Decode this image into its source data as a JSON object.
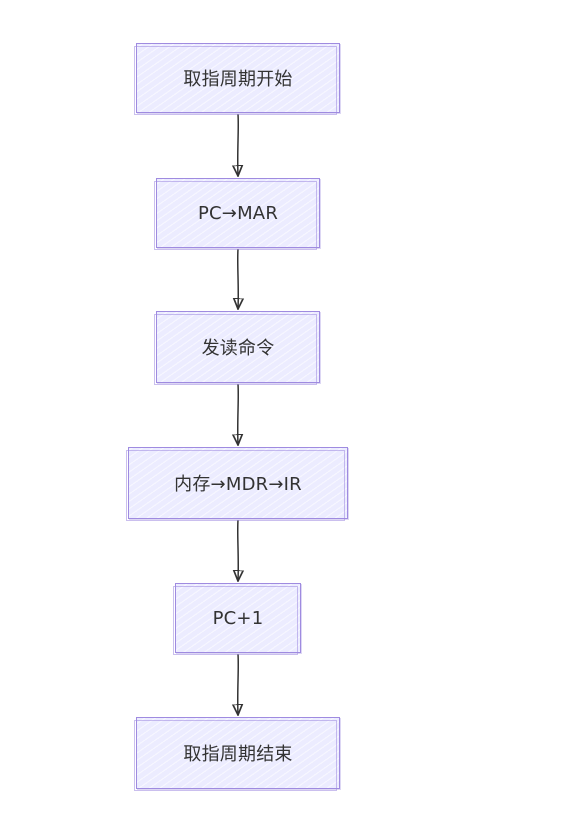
{
  "diagram": {
    "type": "flowchart",
    "direction": "top-to-bottom",
    "colors": {
      "node_fill": "#ececff",
      "node_border": "#9f8be0",
      "edge": "#333333",
      "text": "#333333"
    },
    "nodes": [
      {
        "id": "start",
        "label": "取指周期开始"
      },
      {
        "id": "pc_mar",
        "label": "PC→MAR"
      },
      {
        "id": "read_cmd",
        "label": "发读命令"
      },
      {
        "id": "mem_mdr_ir",
        "label": "内存→MDR→IR"
      },
      {
        "id": "pc_inc",
        "label": "PC+1"
      },
      {
        "id": "end",
        "label": "取指周期结束"
      }
    ],
    "edges": [
      {
        "from": "start",
        "to": "pc_mar"
      },
      {
        "from": "pc_mar",
        "to": "read_cmd"
      },
      {
        "from": "read_cmd",
        "to": "mem_mdr_ir"
      },
      {
        "from": "mem_mdr_ir",
        "to": "pc_inc"
      },
      {
        "from": "pc_inc",
        "to": "end"
      }
    ]
  }
}
